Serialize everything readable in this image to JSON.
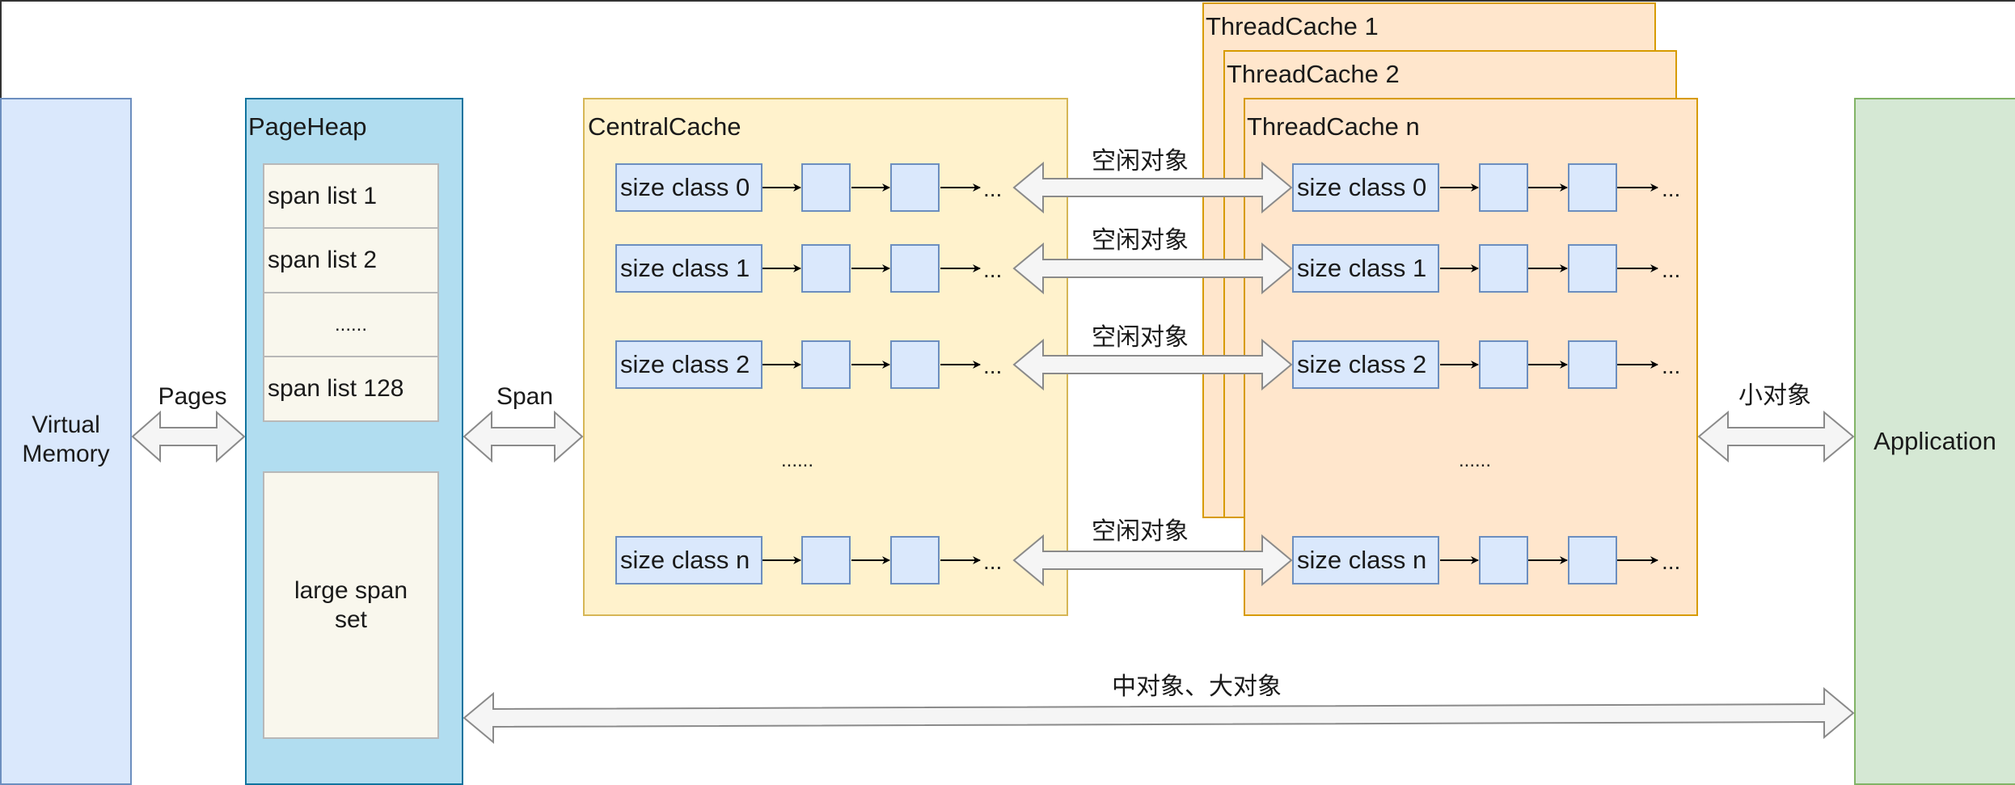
{
  "diagram": {
    "virtual_memory": {
      "label_line1": "Virtual",
      "label_line2": "Memory"
    },
    "page_heap": {
      "title": "PageHeap",
      "span_lists": [
        "span list 1",
        "span list 2",
        "......",
        "span list 128"
      ],
      "large_span_set_line1": "large span",
      "large_span_set_line2": "set"
    },
    "central_cache": {
      "title": "CentralCache",
      "rows": [
        "size class 0",
        "size class 1",
        "size class 2",
        "size class n"
      ],
      "ellipsis": "......",
      "trail": "..."
    },
    "thread_caches": {
      "titles": [
        "ThreadCache 1",
        "ThreadCache 2",
        "ThreadCache n"
      ],
      "rows": [
        "size class 0",
        "size class 1",
        "size class 2",
        "size class n"
      ],
      "ellipsis": "......",
      "trail": "..."
    },
    "application": {
      "label": "Application"
    },
    "arrows": {
      "pages": "Pages",
      "span": "Span",
      "free_objects": "空闲对象",
      "small_objects": "小对象",
      "medium_large_objects": "中对象、大对象"
    },
    "colors": {
      "virtual_memory_fill": "#dae8fc",
      "page_heap_fill": "#b1ddf0",
      "central_cache_fill": "#fff2cc",
      "thread_cache_fill": "#ffe6cc",
      "application_fill": "#d5e8d4",
      "span_item_fill": "#f9f7ed",
      "arrow_fill": "#f5f5f5"
    }
  }
}
